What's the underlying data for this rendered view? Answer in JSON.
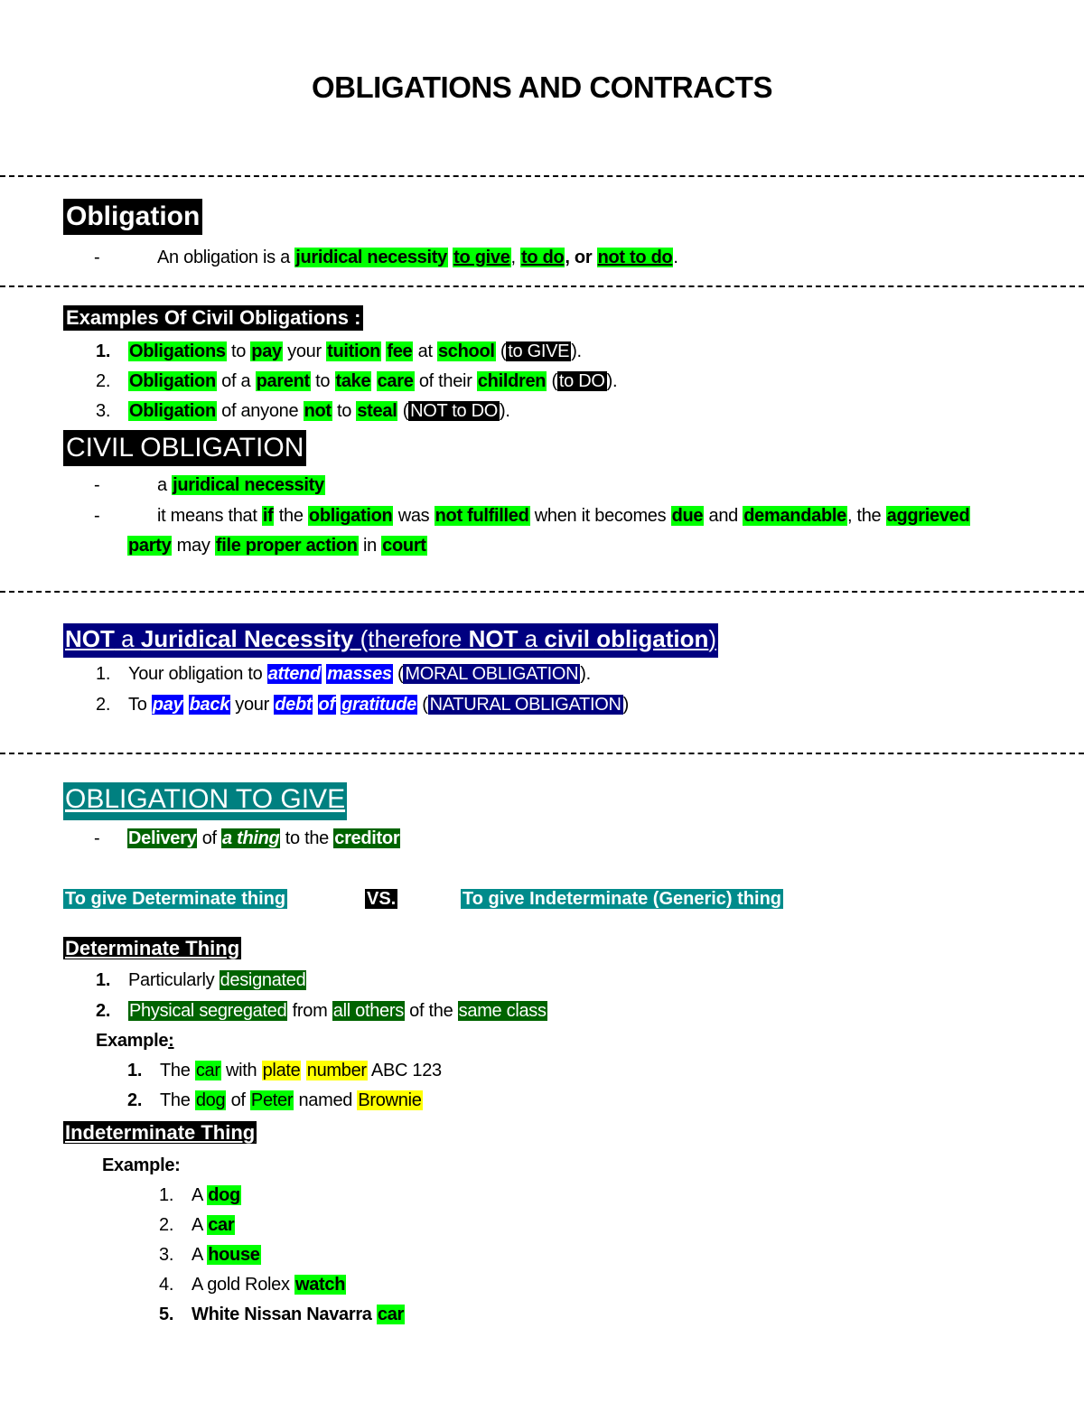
{
  "document": {
    "title": "OBLIGATIONS AND CONTRACTS"
  },
  "obligation": {
    "heading": "Obligation",
    "bullet": "-",
    "definition": {
      "prefix": "An obligation is a ",
      "term": "juridical necessity",
      "give": "to give",
      "comma1": ", ",
      "do": "to do",
      "or": ", or ",
      "not_do": "not to do",
      "end": "."
    }
  },
  "examples_civil": {
    "heading": "Examples Of Civil Obligations :",
    "items": [
      {
        "num": "1.",
        "parts": [
          "Obligations",
          " to ",
          "pay",
          " your ",
          "tuition",
          " ",
          "fee",
          " at ",
          "school",
          " (",
          "to GIVE",
          ")."
        ]
      },
      {
        "num": "2.",
        "parts": [
          "Obligation",
          " of a ",
          "parent",
          " to ",
          "take",
          " ",
          "care",
          " of their ",
          "children",
          " (",
          "to DO",
          ")."
        ]
      },
      {
        "num": "3.",
        "parts": [
          "Obligation",
          " of anyone ",
          "not",
          " to ",
          "steal",
          " (",
          "NOT to DO",
          ")."
        ]
      }
    ]
  },
  "civil_obligation": {
    "heading": "CIVIL OBLIGATION",
    "bullet": "-",
    "line1": {
      "prefix": "a ",
      "term": "juridical necessity"
    },
    "line2": {
      "parts": [
        "it means that ",
        "if",
        " the ",
        "obligation",
        " was ",
        "not fulfilled",
        " when it becomes ",
        "due",
        " and ",
        "demandable",
        ", the ",
        "aggrieved"
      ],
      "cont": [
        "party",
        " may ",
        "file proper action",
        " in ",
        "court"
      ]
    }
  },
  "not_juridical": {
    "heading_parts": [
      "NOT",
      " a ",
      "Juridical Necessity",
      " (therefore ",
      "NOT",
      " a ",
      "civil obligation",
      ")"
    ],
    "items": [
      {
        "num": "1.",
        "parts": [
          "Your obligation to ",
          "attend",
          " ",
          "masses",
          " (",
          "MORAL OBLIGATION",
          ")."
        ]
      },
      {
        "num": "2.",
        "parts": [
          "To ",
          "pay",
          " ",
          "back",
          " your ",
          "debt",
          " ",
          "of",
          " ",
          "gratitude",
          " (",
          "NATURAL OBLIGATION",
          ")"
        ]
      }
    ]
  },
  "obligation_to_give": {
    "heading": "OBLIGATION TO GIVE",
    "bullet": "-",
    "parts": [
      "Delivery",
      " of ",
      "a thing",
      " to the ",
      "creditor"
    ],
    "compare": {
      "left": "To give Determinate thing",
      "vs": "VS.",
      "right": "To give Indeterminate (Generic) thing"
    }
  },
  "determinate": {
    "heading": "Determinate Thing",
    "items": [
      {
        "num": "1.",
        "parts": [
          "Particularly ",
          "designated"
        ]
      },
      {
        "num": "2.",
        "parts": [
          "Physical segregated",
          " from ",
          "all others",
          " of the ",
          "same class"
        ]
      }
    ],
    "example_label": "Example",
    "example_colon": ":",
    "examples": [
      {
        "num": "1.",
        "parts": [
          "The ",
          "car",
          " with ",
          "plate",
          " ",
          "number",
          " ABC 123"
        ]
      },
      {
        "num": "2.",
        "parts": [
          "The ",
          "dog",
          " of ",
          "Peter",
          " named ",
          "Brownie"
        ]
      }
    ]
  },
  "indeterminate": {
    "heading": "Indeterminate Thing",
    "example_label": "Example:",
    "examples": [
      {
        "num": "1.",
        "prefix": "A ",
        "term": "dog"
      },
      {
        "num": "2.",
        "prefix": "A ",
        "term": "car"
      },
      {
        "num": "3.",
        "prefix": "A ",
        "term": "house"
      },
      {
        "num": "4.",
        "prefix": "A gold Rolex ",
        "term": "watch"
      },
      {
        "num": "5.",
        "prefix": "White Nissan Navarra ",
        "term": "car"
      }
    ]
  },
  "colors": {
    "bright_green": "#00ff00",
    "dark_green": "#006400",
    "yellow": "#ffff00",
    "black": "#000000",
    "blue": "#0000ff",
    "navy": "#000080",
    "teal": "#008080"
  }
}
